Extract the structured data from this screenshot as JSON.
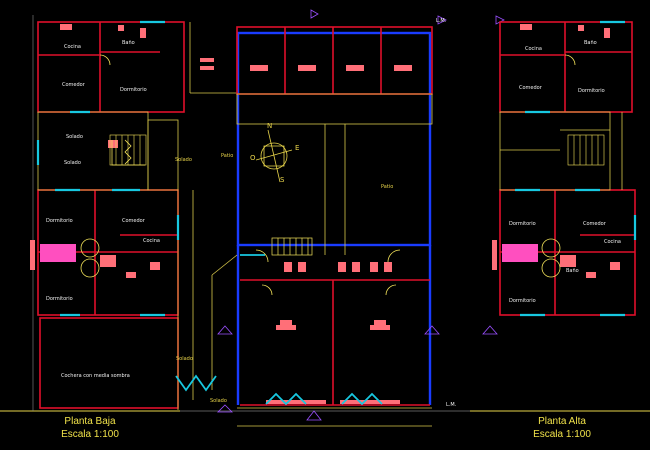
{
  "drawing": {
    "planta_baja": {
      "name": "Planta Baja",
      "scale": "Escala 1:100"
    },
    "planta_alta": {
      "name": "Planta Alta",
      "scale": "Escala 1:100"
    }
  },
  "room_labels": {
    "baja_cocina": "Cocina",
    "baja_bano": "Baño",
    "baja_comedor": "Comedor",
    "baja_dormitorio_1": "Dormitorio",
    "baja_dormitorio_2": "Dormitorio",
    "baja_dormitorio_3": "Dormitorio",
    "baja_solado_1": "Solado",
    "baja_solado_2": "Solado",
    "baja_solado_3": "Solado",
    "baja_solado_4": "Solado",
    "baja_solado_5": "Solado",
    "baja_comedor_2": "Comedor",
    "baja_cocina_2": "Cocina",
    "baja_cochera": "Cochera con media sombra",
    "patio_1": "Patio",
    "patio_2": "Patio",
    "alta_cocina": "Cocina",
    "alta_bano": "Baño",
    "alta_comedor": "Comedor",
    "alta_dormitorio_1": "Dormitorio",
    "alta_dormitorio_2": "Dormitorio",
    "alta_dormitorio_3": "Dormitorio",
    "alta_comedor_2": "Comedor",
    "alta_cocina_2": "Cocina",
    "alta_bano_2": "Baño"
  },
  "markers": {
    "lm_top": "L.M.",
    "lm_bottom": "L.M.",
    "north": "N",
    "east": "E",
    "south": "S",
    "west": "O"
  },
  "colors": {
    "wall": "#e0102a",
    "glazing": "#18c8e0",
    "fixture": "#ff6f78",
    "property_line": "#1a3cff",
    "outline": "#d9c84a",
    "door": "#f3e35a",
    "furniture": "#ff4fbf",
    "annotation": "#9a4fff"
  }
}
